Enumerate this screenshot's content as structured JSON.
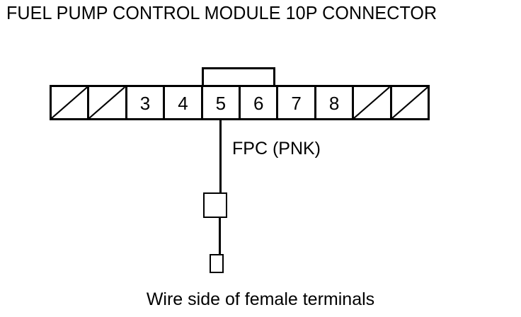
{
  "diagram": {
    "title": "FUEL PUMP CONTROL MODULE 10P CONNECTOR",
    "caption": "Wire side of female terminals",
    "stroke_color": "#000000",
    "background_color": "#ffffff"
  },
  "connector": {
    "pin_count": 10,
    "cells": [
      {
        "index": 1,
        "label": "",
        "used": false
      },
      {
        "index": 2,
        "label": "",
        "used": false
      },
      {
        "index": 3,
        "label": "3",
        "used": true
      },
      {
        "index": 4,
        "label": "4",
        "used": true
      },
      {
        "index": 5,
        "label": "5",
        "used": true
      },
      {
        "index": 6,
        "label": "6",
        "used": true
      },
      {
        "index": 7,
        "label": "7",
        "used": true
      },
      {
        "index": 8,
        "label": "8",
        "used": true
      },
      {
        "index": 9,
        "label": "",
        "used": false
      },
      {
        "index": 10,
        "label": "",
        "used": false
      }
    ]
  },
  "wire": {
    "from_pin": "5",
    "label": "FPC (PNK)",
    "circuit_name": "FPC",
    "color_code": "PNK"
  }
}
